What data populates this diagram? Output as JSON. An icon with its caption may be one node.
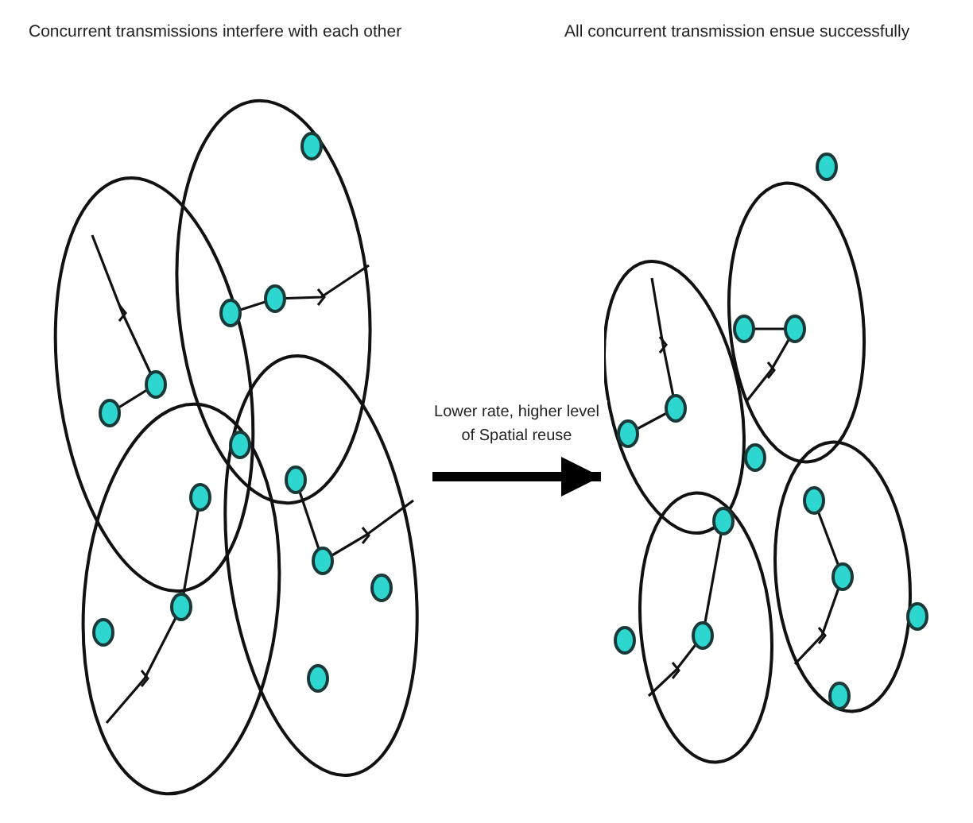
{
  "diagram": {
    "nodes": [
      {
        "text": [],
        "shape": "picture"
      },
      {
        "text": [],
        "shape": "picture"
      }
    ],
    "edges": [
      {
        "from": 0,
        "to": 1,
        "arrow": "to",
        "label": "Lower rate, higher level of Spatial reuse"
      }
    ],
    "labels": [
      "Concurrent transmissions interfere with each other",
      "All concurrent transmission ensue successfully"
    ]
  }
}
